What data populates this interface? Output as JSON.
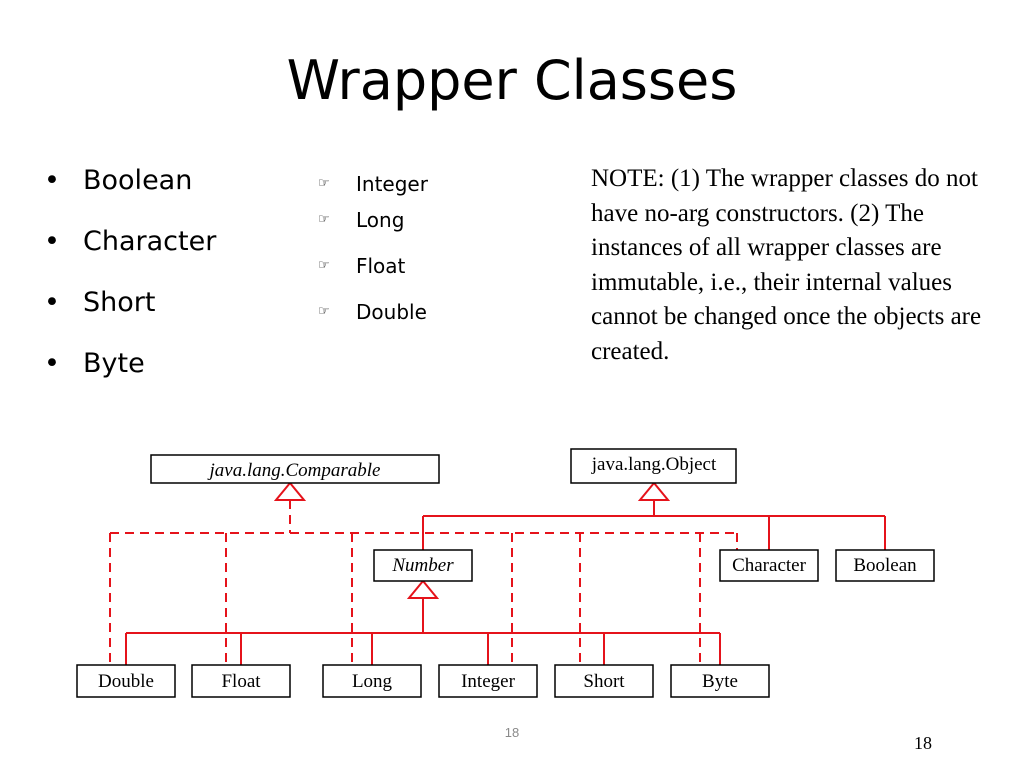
{
  "slide": {
    "title": "Wrapper Classes",
    "bullets_left": [
      "Boolean",
      "Character",
      "Short",
      "Byte"
    ],
    "bullets_right": [
      "Integer",
      "Long",
      "Float",
      "Double"
    ],
    "bullet_glyph": "•",
    "sub_bullet_icon": "pointing-hand-icon",
    "note": "NOTE: (1) The wrapper classes do not have no-arg constructors. (2) The instances of all wrapper classes are immutable, i.e., their internal values cannot be changed once the objects are created.",
    "footer_center": "18",
    "page_number": "18"
  },
  "diagram": {
    "colors": {
      "line": "#e5131b",
      "box_border": "#000000"
    },
    "interface": "java.lang.Comparable",
    "root": "java.lang.Object",
    "abstract_class": "Number",
    "object_children": [
      "Character",
      "Boolean"
    ],
    "number_children": [
      "Double",
      "Float",
      "Long",
      "Integer",
      "Short",
      "Byte"
    ]
  }
}
